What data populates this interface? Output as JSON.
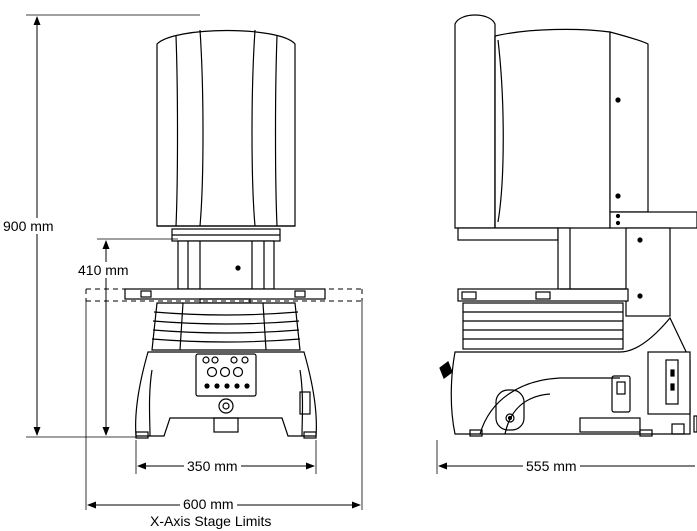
{
  "diagram": {
    "dimensions": {
      "height_total": "900 mm",
      "height_column": "410 mm",
      "width_base": "350 mm",
      "width_stage": "600 mm",
      "stage_caption": "X-Axis Stage Limits",
      "depth": "555 mm"
    }
  },
  "colors": {
    "line": "#000000",
    "paper": "#ffffff"
  }
}
